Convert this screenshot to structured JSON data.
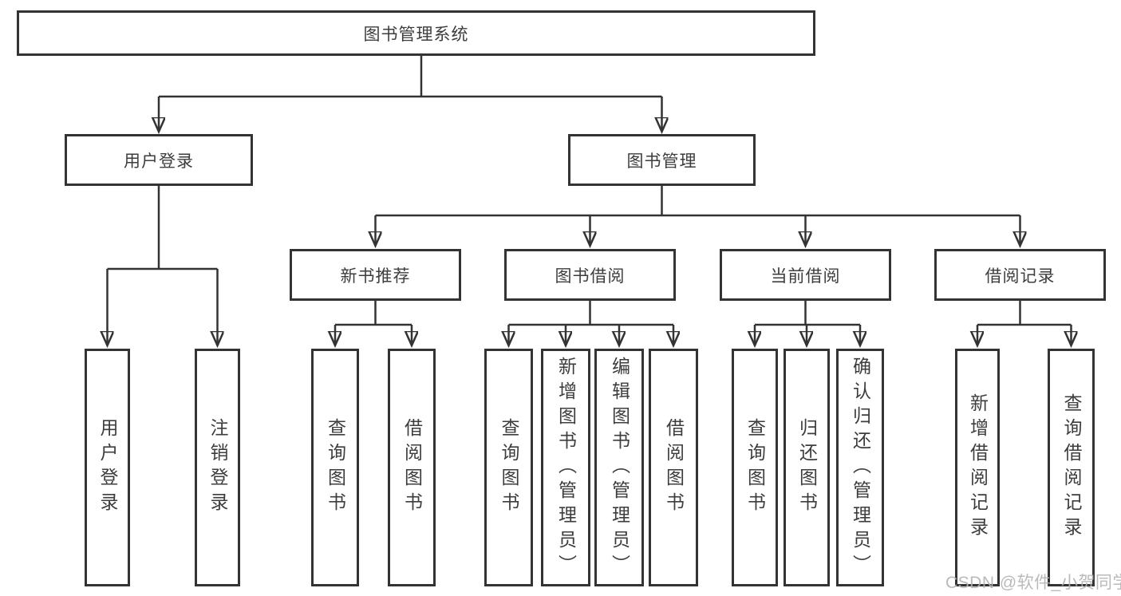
{
  "diagram": {
    "title": "图书管理系统",
    "level2": [
      {
        "label": "用户登录",
        "children": [
          "用户登录",
          "注销登录"
        ]
      },
      {
        "label": "图书管理"
      }
    ],
    "sections": [
      {
        "label": "新书推荐",
        "children": [
          "查询图书",
          "借阅图书"
        ]
      },
      {
        "label": "图书借阅",
        "children": [
          "查询图书",
          "新增图书（管理员）",
          "编辑图书（管理员）",
          "借阅图书"
        ]
      },
      {
        "label": "当前借阅",
        "children": [
          "查询图书",
          "归还图书",
          "确认归还（管理员）"
        ]
      },
      {
        "label": "借阅记录",
        "children": [
          "新增借阅记录",
          "查询借阅记录"
        ]
      }
    ],
    "watermark": "CSDN @软件_小贺同学",
    "colors": {
      "line": "#333333",
      "border": "#333333",
      "text": "#3d3d3d",
      "watermark": "#b3b3b3",
      "background": "#ffffff"
    }
  }
}
